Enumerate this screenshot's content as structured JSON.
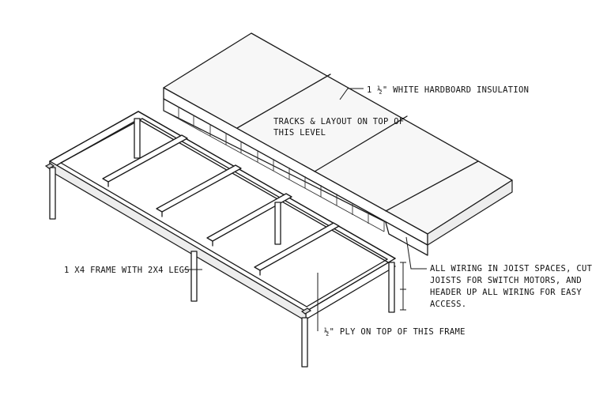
{
  "notes": {
    "insulation": "1 ½\" WHITE HARDBOARD INSULATION",
    "tracks_line1": "TRACKS & LAYOUT ON TOP OF",
    "tracks_line2": "THIS LEVEL",
    "frame": "1 X4 FRAME WITH 2X4 LEGS",
    "wiring_line1": "ALL WIRING IN JOIST SPACES, CUT",
    "wiring_line2": "JOISTS FOR SWITCH MOTORS, AND",
    "wiring_line3": "HEADER UP ALL WIRING FOR EASY",
    "wiring_line4": "ACCESS.",
    "ply": "½\" PLY ON TOP OF THIS FRAME"
  }
}
